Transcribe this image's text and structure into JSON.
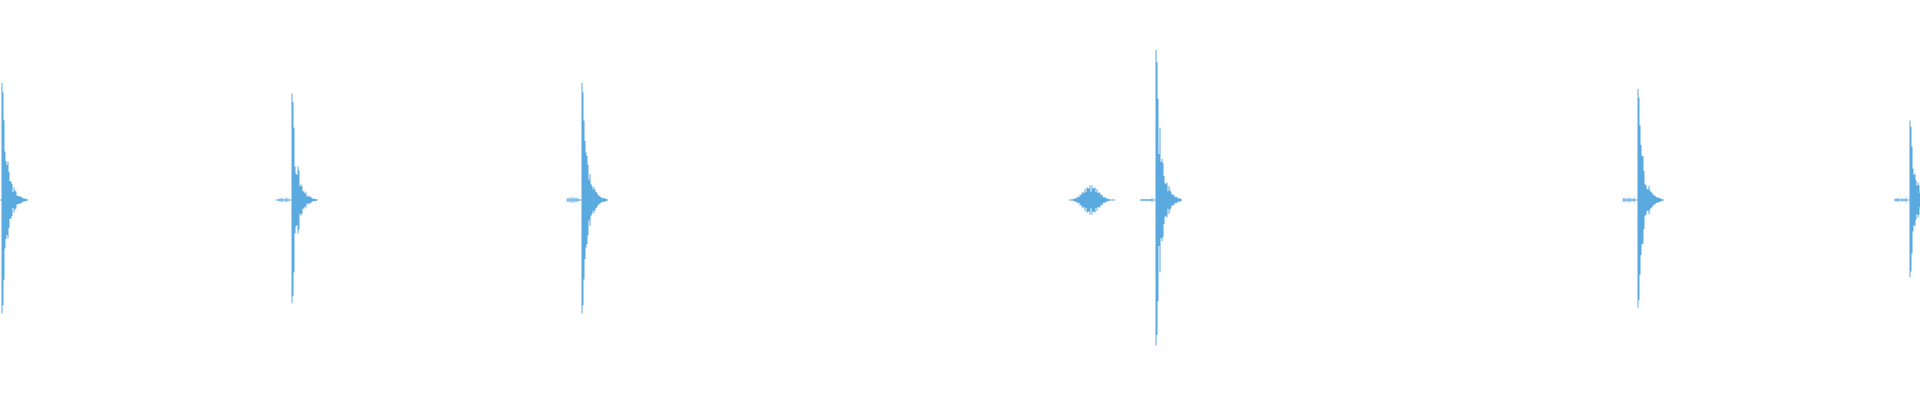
{
  "waveform": {
    "color": "#5aaae0",
    "background": "#ffffff",
    "timeline_fraction_range": [
      0,
      1
    ],
    "events": [
      {
        "position": 0.001,
        "amplitude": 0.78,
        "kind": "click"
      },
      {
        "position": 0.152,
        "amplitude": 0.71,
        "kind": "click"
      },
      {
        "position": 0.303,
        "amplitude": 0.78,
        "kind": "click"
      },
      {
        "position": 0.568,
        "amplitude": 0.1,
        "kind": "burst"
      },
      {
        "position": 0.602,
        "amplitude": 1.0,
        "kind": "click"
      },
      {
        "position": 0.853,
        "amplitude": 0.74,
        "kind": "click"
      },
      {
        "position": 0.995,
        "amplitude": 0.53,
        "kind": "click"
      }
    ]
  }
}
